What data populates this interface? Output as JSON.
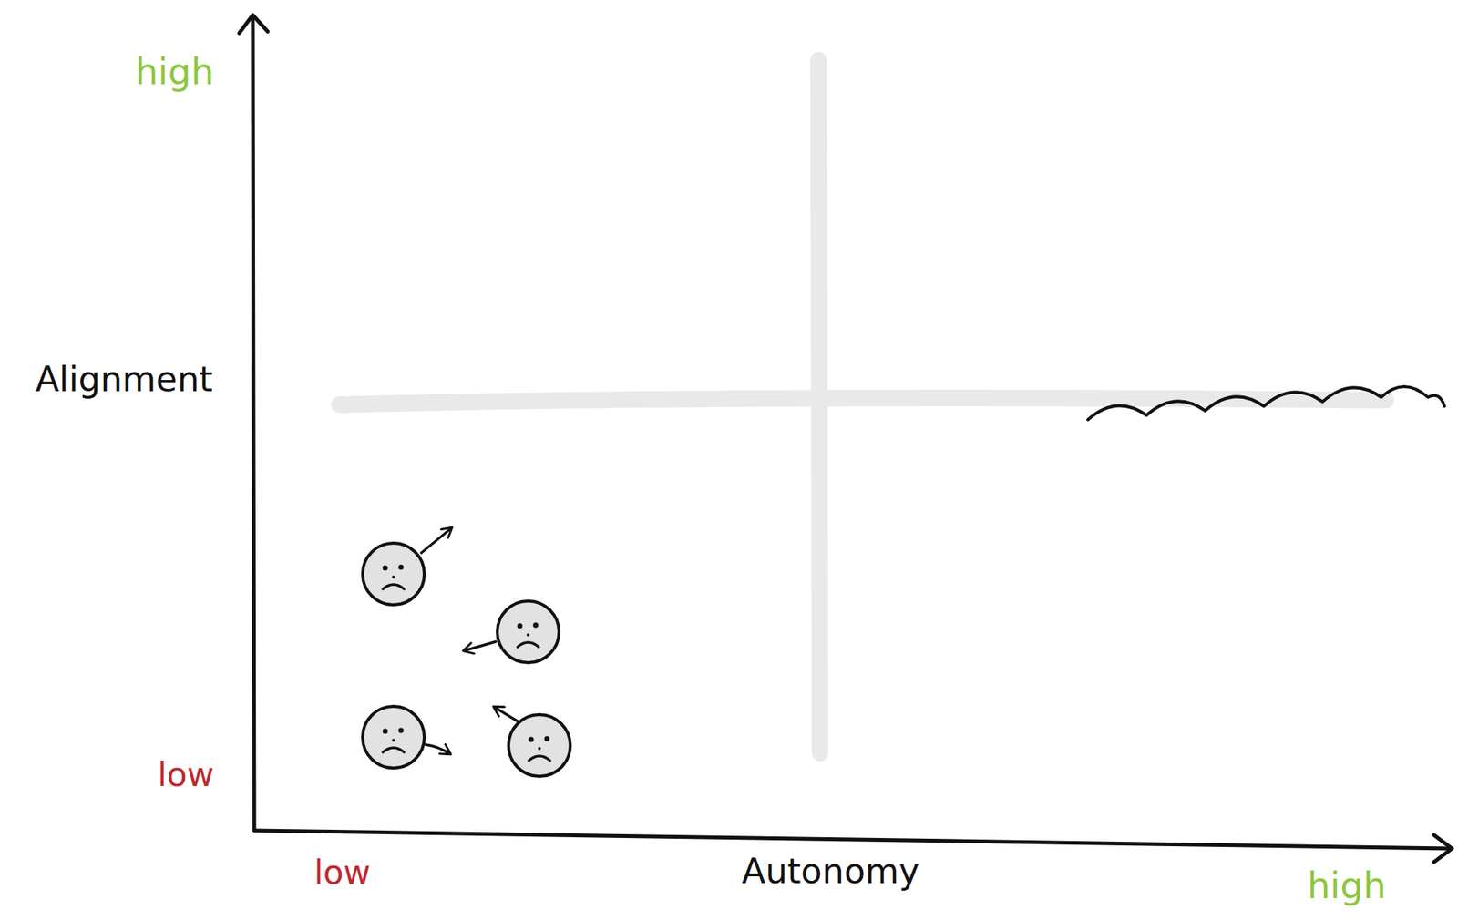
{
  "diagram": {
    "labels": [
      "high",
      "Alignment",
      "low",
      "low",
      "Autonomy",
      "high"
    ]
  }
}
